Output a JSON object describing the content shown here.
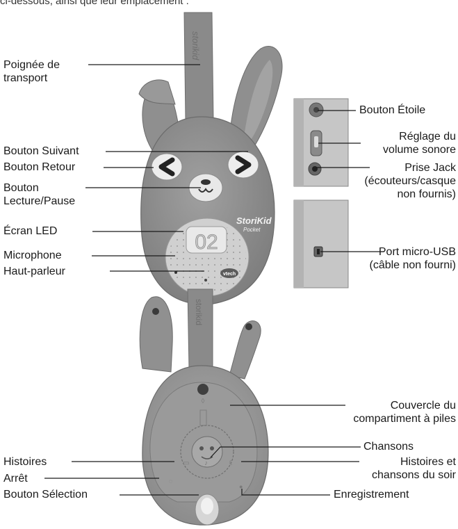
{
  "caption_top": "ci-dessous, ainsi que leur emplacement :",
  "device_brand": {
    "logo_line1": "StoriKid",
    "logo_line2": "Pocket",
    "maker": "vtech",
    "display_digits": "02"
  },
  "labels": {
    "poignee": [
      "Poignée de",
      "transport"
    ],
    "bouton_suivant": "Bouton Suivant",
    "bouton_retour": "Bouton Retour",
    "bouton_lecture": [
      "Bouton",
      "Lecture/Pause"
    ],
    "ecran_led": "Écran LED",
    "microphone": "Microphone",
    "haut_parleur": "Haut-parleur",
    "bouton_etoile": "Bouton Étoile",
    "reglage_volume": [
      "Réglage du",
      "volume sonore"
    ],
    "prise_jack": [
      "Prise Jack",
      "(écouteurs/casque",
      "non fournis)"
    ],
    "port_usb": [
      "Port micro-USB",
      "(câble non fourni)"
    ],
    "couvercle": [
      "Couvercle du",
      "compartiment à piles"
    ],
    "chansons": "Chansons",
    "histoires": "Histoires",
    "histoires_soir": [
      "Histoires et",
      "chansons du soir"
    ],
    "arret": "Arrêt",
    "bouton_selection": "Bouton Sélection",
    "enregistrement": "Enregistrement"
  },
  "colors": {
    "body": "#8c8c8c",
    "body_dark": "#6b6b6b",
    "body_light": "#a6a6a6",
    "panel": "#c9c9c9",
    "line": "#1a1a1a"
  }
}
